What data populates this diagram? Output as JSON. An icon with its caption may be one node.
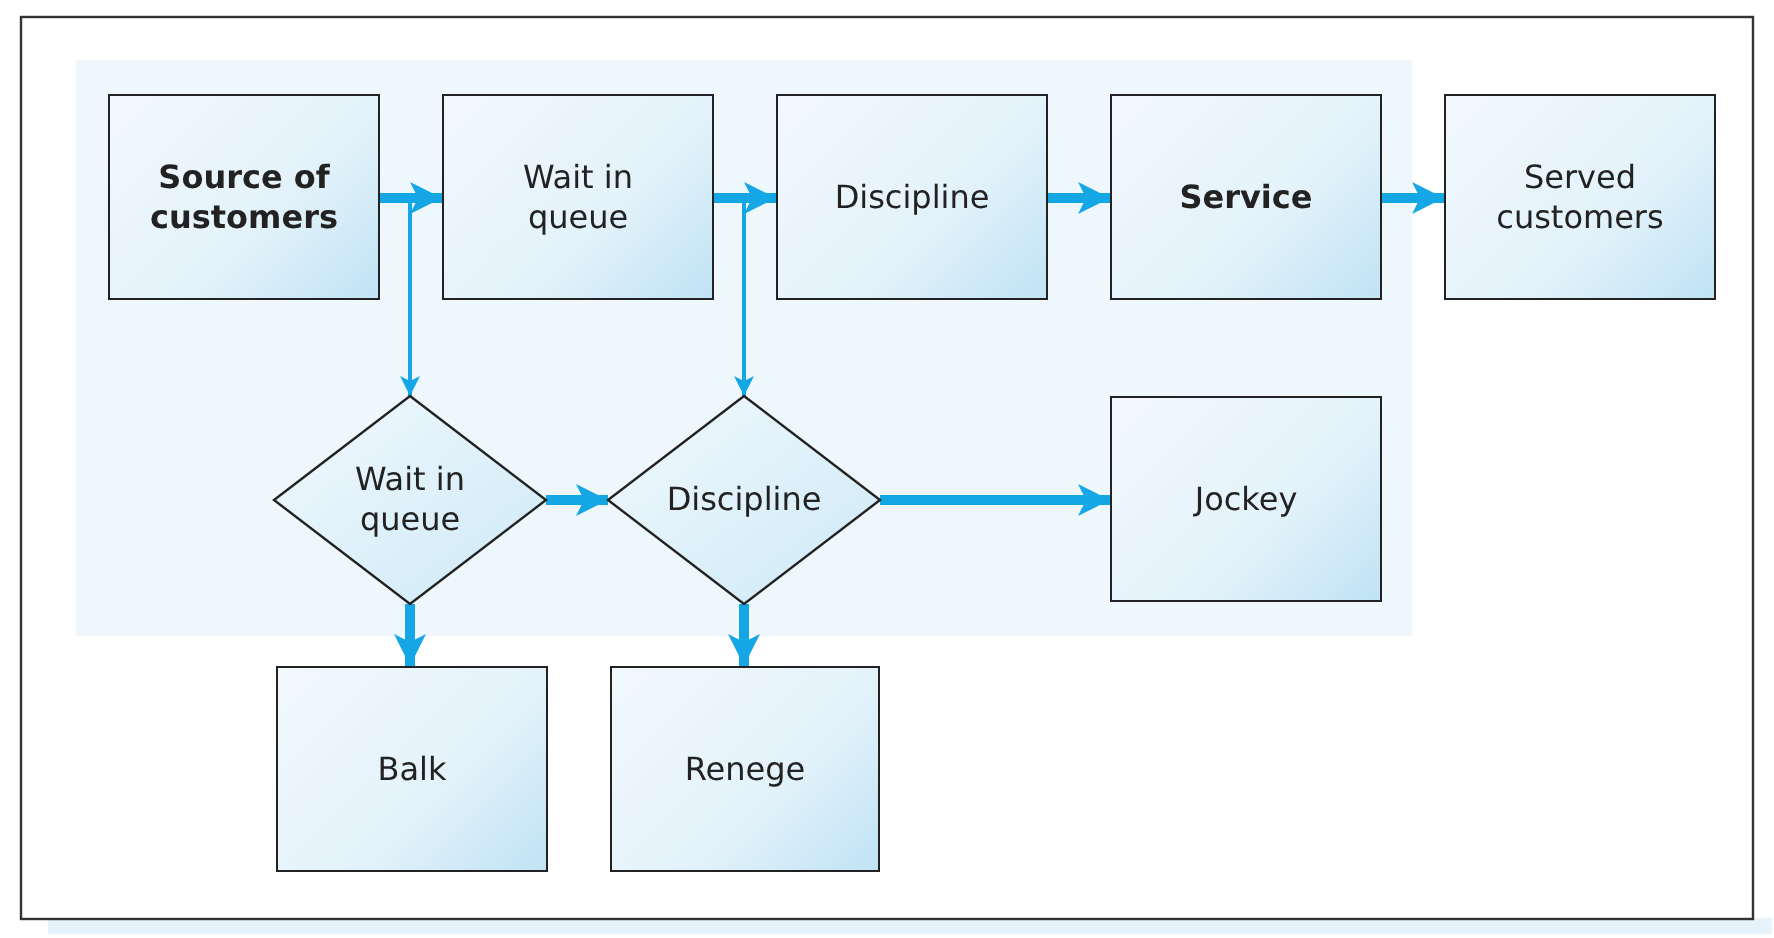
{
  "diagram": {
    "nodes": [
      {
        "text": [
          "Source of customers"
        ]
      },
      {
        "text": [
          "Wait in queue"
        ]
      },
      {
        "text": [
          "Discipline"
        ]
      },
      {
        "text": [
          "Service"
        ]
      },
      {
        "text": [
          "Served customers"
        ]
      },
      {
        "text": [
          "Wait in queue"
        ]
      },
      {
        "text": [
          "Discipline"
        ]
      },
      {
        "text": [
          "Jockey"
        ]
      },
      {
        "text": [
          "Balk"
        ]
      },
      {
        "text": [
          "Renege"
        ]
      }
    ],
    "edges": [
      {
        "from": 0,
        "to": 1,
        "arrow": "to"
      },
      {
        "from": 0,
        "to": 5,
        "arrow": "to"
      },
      {
        "from": 1,
        "to": 2,
        "arrow": "to"
      },
      {
        "from": 1,
        "to": 6,
        "arrow": "to"
      },
      {
        "from": 2,
        "to": 3,
        "arrow": "to"
      },
      {
        "from": 3,
        "to": 4,
        "arrow": "to"
      },
      {
        "from": 5,
        "to": 6,
        "arrow": "to"
      },
      {
        "from": 6,
        "to": 7,
        "arrow": "to"
      },
      {
        "from": 5,
        "to": 8,
        "arrow": "to"
      },
      {
        "from": 6,
        "to": 9,
        "arrow": "to"
      }
    ]
  }
}
